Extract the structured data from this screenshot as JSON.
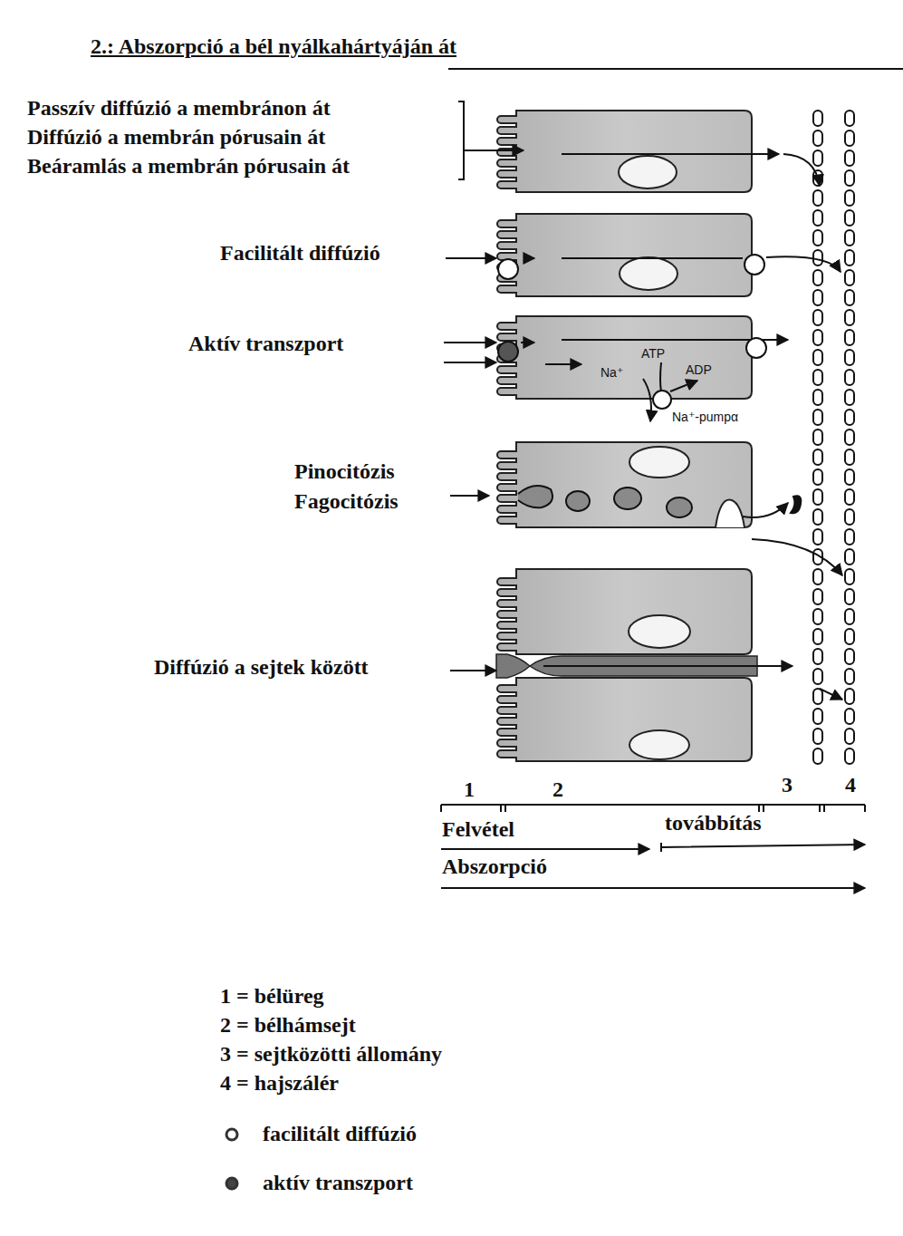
{
  "diagram": {
    "title": "2.: Abszorpció a bél nyálkahártyáján át",
    "nodes": [
      {
        "text": [
          "Na⁺",
          "ATP",
          "ADP"
        ]
      }
    ],
    "labels": [
      "Passzív diffúzió a membránon át",
      "Diffúzió a membrán pórusain át",
      "Beáramlás a membrán pórusain át",
      "Facilitált diffúzió",
      "Aktív transzport",
      "Na⁺-pumpα",
      "Pinocitózis",
      "Fagocitózis",
      "Diffúzió a sejtek között",
      "1",
      "2",
      "3",
      "4",
      "Felvétel",
      "továbbítás",
      "Abszorpció",
      "1 = bélüreg",
      "2 = bélhámsejt",
      "3 = sejtközötti állomány",
      "4 = hajszálér"
    ],
    "legend": [
      {
        "text": "facilitált diffúzió"
      },
      {
        "text": "aktív transzport"
      }
    ]
  }
}
